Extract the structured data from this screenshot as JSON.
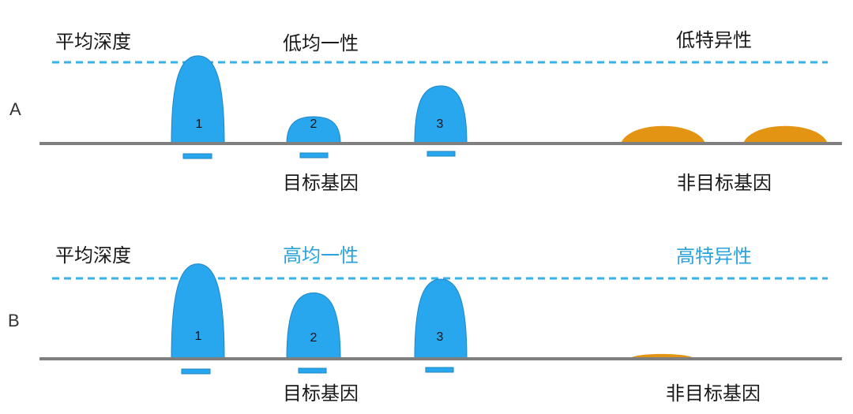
{
  "colors": {
    "peak_blue": "#29a7ee",
    "peak_outline": "#1d86c6",
    "offtarget_orange": "#e39412",
    "dashed_line": "#35b2e8",
    "baseline": "#7f7f7f",
    "highlight_text": "#2aa3dc"
  },
  "panels": [
    {
      "id": "A",
      "side_label": "A",
      "depth_label": "平均深度",
      "uniformity_label": "低均一性",
      "specificity_label": "低特异性",
      "target_label": "目标基因",
      "offtarget_label": "非目标基因",
      "labels_highlighted": false,
      "peaks": [
        {
          "label": "1",
          "relative_height": 1.08
        },
        {
          "label": "2",
          "relative_height": 0.33
        },
        {
          "label": "3",
          "relative_height": 0.71
        }
      ],
      "offtarget_peaks": [
        {
          "relative_height": 0.18
        },
        {
          "relative_height": 0.18
        }
      ]
    },
    {
      "id": "B",
      "side_label": "B",
      "depth_label": "平均深度",
      "uniformity_label": "高均一性",
      "specificity_label": "高特异性",
      "target_label": "目标基因",
      "offtarget_label": "非目标基因",
      "labels_highlighted": true,
      "peaks": [
        {
          "label": "1",
          "relative_height": 1.18
        },
        {
          "label": "2",
          "relative_height": 0.82
        },
        {
          "label": "3",
          "relative_height": 0.99
        }
      ],
      "offtarget_peaks": [
        {
          "relative_height": 0.05
        }
      ]
    }
  ]
}
